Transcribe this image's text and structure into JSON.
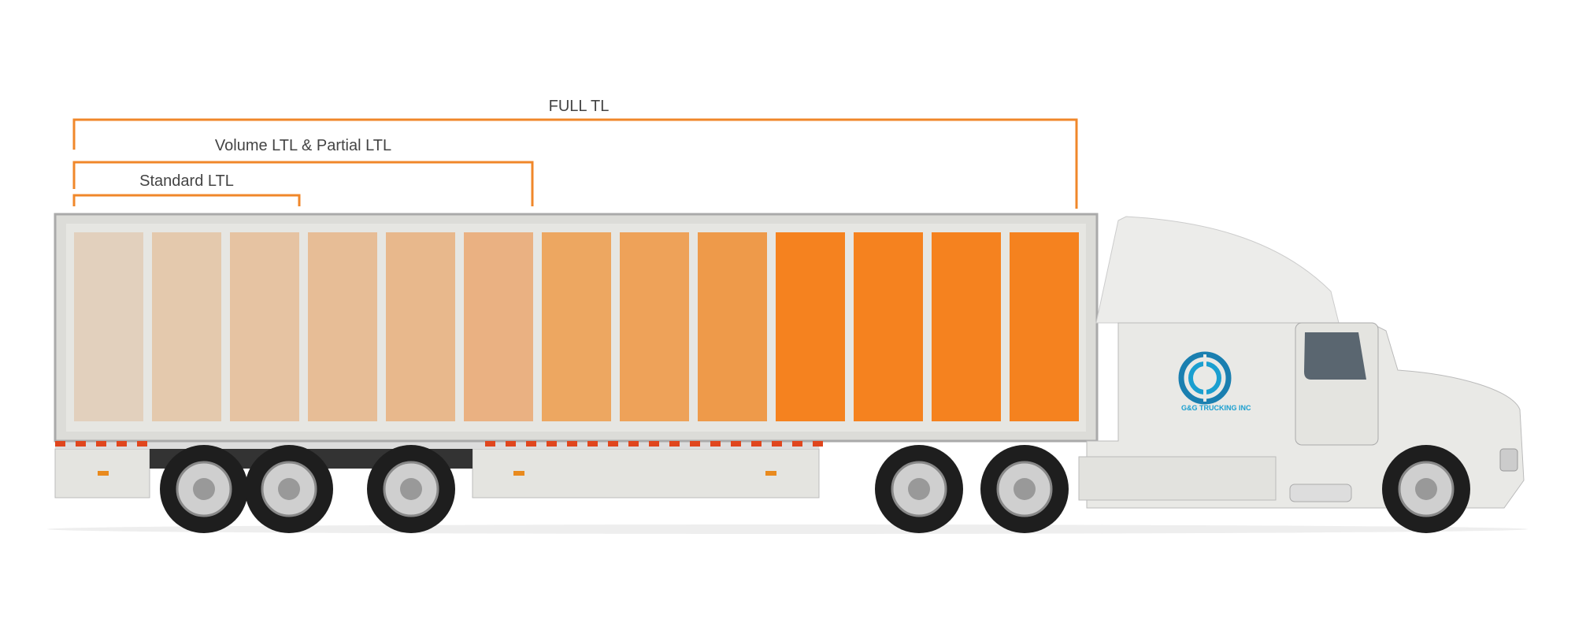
{
  "labels": {
    "full_tl": "FULL TL",
    "volume_ltl": "Volume LTL & Partial LTL",
    "standard_ltl": "Standard LTL"
  },
  "logo": {
    "text": "G&G TRUCKING INC",
    "color": "#1a9fd0"
  },
  "colors": {
    "bracket": "#f0872a",
    "panels": [
      "#e2d0bd",
      "#e4c9ad",
      "#e6c3a2",
      "#e7bd96",
      "#e8b88c",
      "#eab182",
      "#eda761",
      "#eea259",
      "#ee9a4a",
      "#f5821f",
      "#f5821f",
      "#f5821f",
      "#f5821f"
    ]
  }
}
